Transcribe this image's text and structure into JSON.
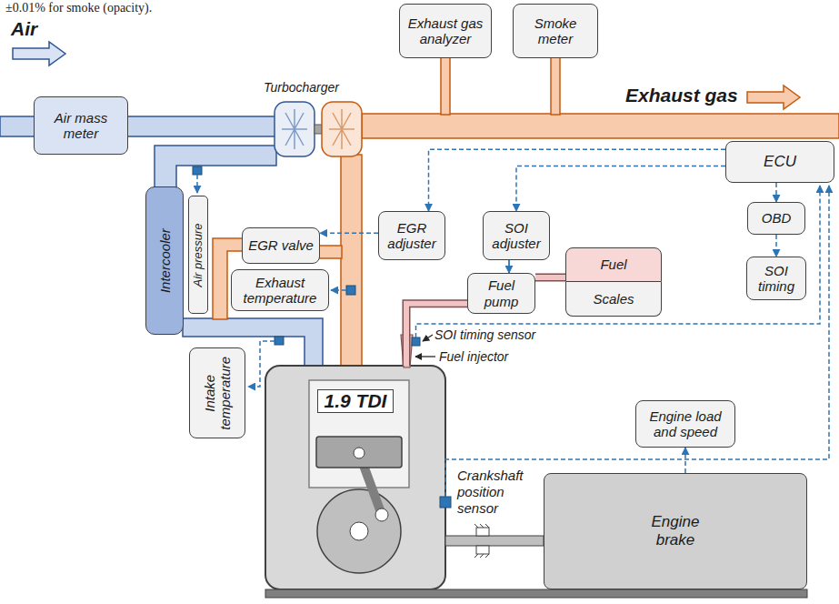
{
  "diagram": {
    "nodes": [
      {
        "text": [
          "Exhaust gas analyzer"
        ]
      },
      {
        "text": [
          "Smoke meter"
        ]
      },
      {
        "text": [
          "Air mass meter"
        ]
      },
      {
        "text": [
          "ECU"
        ]
      },
      {
        "text": [
          "Intercooler"
        ]
      },
      {
        "text": [
          "Air pressure"
        ]
      },
      {
        "text": [
          "EGR valve"
        ]
      },
      {
        "text": [
          "EGR adjuster"
        ]
      },
      {
        "text": [
          "SOI adjuster"
        ]
      },
      {
        "text": [
          "OBD"
        ]
      },
      {
        "text": [
          "Fuel"
        ]
      },
      {
        "text": [
          "Scales"
        ]
      },
      {
        "text": [
          "Exhaust temperature"
        ]
      },
      {
        "text": [
          "Fuel pump"
        ]
      },
      {
        "text": [
          "SOI timing"
        ]
      },
      {
        "text": [
          "Intake temperature"
        ]
      },
      {
        "text": [
          "1.9 TDI"
        ]
      },
      {
        "text": [
          "Engine load and speed"
        ]
      },
      {
        "text": [
          "Engine brake"
        ]
      }
    ],
    "edges": [
      {
        "from": 3,
        "to": 7,
        "arrow": "to"
      },
      {
        "from": 3,
        "to": 8,
        "arrow": "to"
      },
      {
        "from": 7,
        "to": 6,
        "arrow": "to"
      },
      {
        "from": 8,
        "to": 13,
        "arrow": "to"
      },
      {
        "from": 3,
        "to": 9,
        "arrow": "to"
      },
      {
        "from": 9,
        "to": 14,
        "arrow": "to"
      },
      {
        "from": 10,
        "to": 13,
        "arrow": "none"
      },
      {
        "from": 13,
        "to": 16,
        "arrow": "none"
      },
      {
        "from": 18,
        "to": 17,
        "arrow": "to"
      }
    ],
    "labels": [
      "±0.01% for smoke (opacity).",
      "Air",
      "Exhaust gas",
      "Turbocharger",
      "SOI timing sensor",
      "Fuel injector",
      "Crankshaft position sensor"
    ]
  }
}
